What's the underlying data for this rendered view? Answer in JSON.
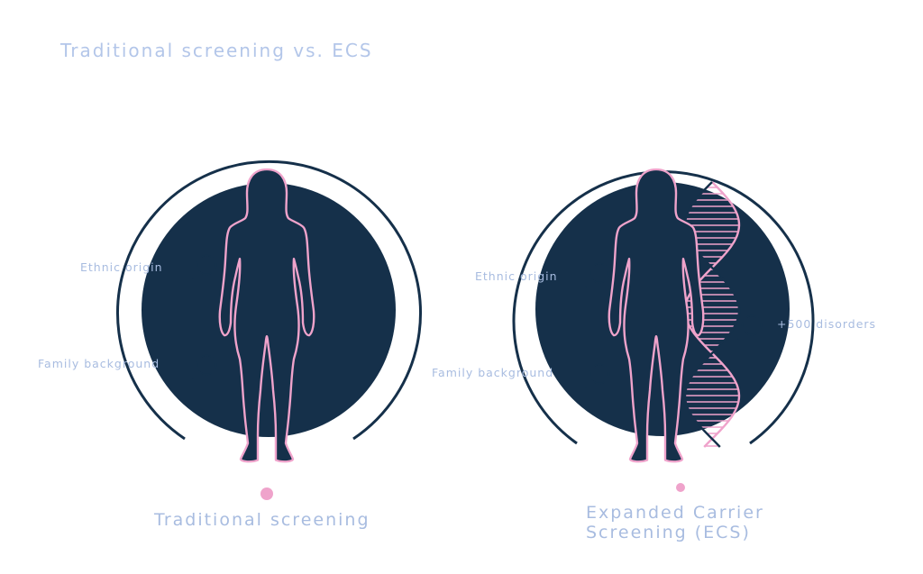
{
  "title": "Traditional screening vs. ECS",
  "left_panel": {
    "labels": [
      "Ethnic origin",
      "Family background"
    ],
    "caption": "Traditional screening",
    "icons": [
      "magnifier-icon",
      "magnifier-icon"
    ]
  },
  "right_panel": {
    "labels": [
      "Ethnic origin",
      "Family background",
      "+500 disorders"
    ],
    "caption_line1": "Expanded Carrier",
    "caption_line2": "Screening (ECS)",
    "icons": [
      "magnifier-icon",
      "magnifier-icon",
      "magnifier-icon",
      "dna-helix-icon"
    ]
  },
  "colors": {
    "navy": "#15304a",
    "pink": "#efa3cb",
    "text": "#a8bce0"
  }
}
